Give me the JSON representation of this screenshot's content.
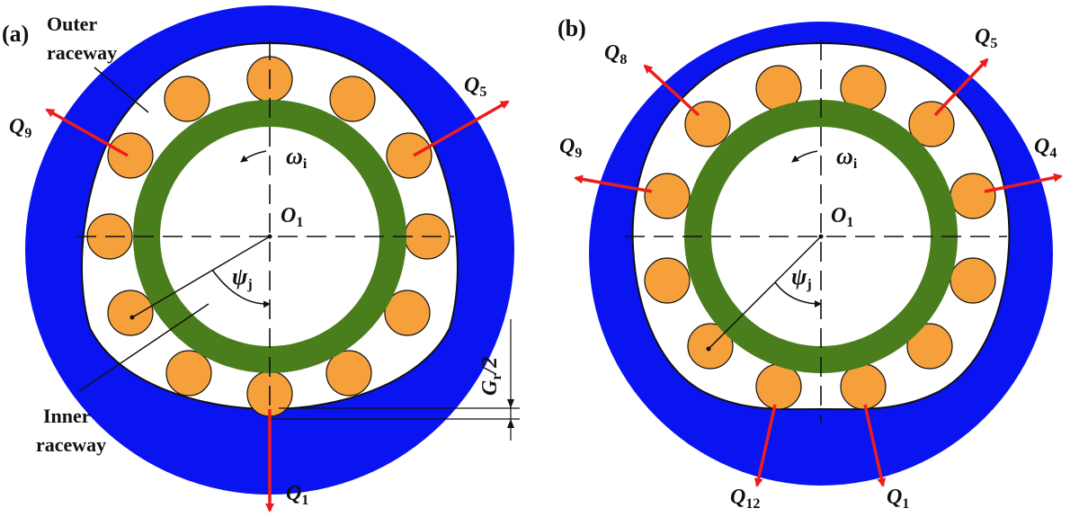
{
  "colors": {
    "outer_ring": "#0a14f0",
    "inner_ring": "#4a7d1c",
    "roller": "#f5a03a",
    "load_arrow": "#ee1c1c",
    "line": "#111111"
  },
  "panel_a": {
    "tag": "(a)",
    "outer_raceway_label": [
      "Outer",
      "raceway"
    ],
    "inner_raceway_label": [
      "Inner",
      "raceway"
    ],
    "center_label": "O",
    "center_sub": "1",
    "omega_label": "ω",
    "omega_sub": "i",
    "psi_label": "ψ",
    "psi_sub": "j",
    "clearance_label": "G",
    "clearance_sub": "r",
    "clearance_suffix": "/2",
    "loads": [
      {
        "name": "Q",
        "sub": "9"
      },
      {
        "name": "Q",
        "sub": "5"
      },
      {
        "name": "Q",
        "sub": "1"
      }
    ]
  },
  "panel_b": {
    "tag": "(b)",
    "center_label": "O",
    "center_sub": "1",
    "omega_label": "ω",
    "omega_sub": "i",
    "psi_label": "ψ",
    "psi_sub": "j",
    "loads": [
      {
        "name": "Q",
        "sub": "8"
      },
      {
        "name": "Q",
        "sub": "5"
      },
      {
        "name": "Q",
        "sub": "9"
      },
      {
        "name": "Q",
        "sub": "4"
      },
      {
        "name": "Q",
        "sub": "12"
      },
      {
        "name": "Q",
        "sub": "1"
      }
    ]
  }
}
